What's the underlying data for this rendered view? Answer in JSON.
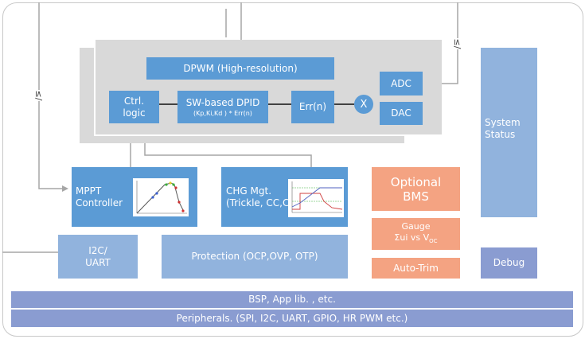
{
  "diagram": {
    "control_core": {
      "dpwm": "DPWM (High-resolution)",
      "ctrl_logic_line1": "Ctrl.",
      "ctrl_logic_line2": "logic",
      "dpid_title": "SW-based DPID",
      "dpid_formula": "(Kp,Ki,Kd ) * Err(n)",
      "err": "Err(n)",
      "multiplier": "X",
      "adc": "ADC",
      "dac": "DAC"
    },
    "system_status": {
      "line1": "System",
      "line2": "Status"
    },
    "debug": "Debug",
    "mppt": {
      "line1": "MPPT",
      "line2": "Controller"
    },
    "chg": {
      "line1": "CHG Mgt.",
      "line2": "(Trickle, CC,C"
    },
    "bms": {
      "optional_line1": "Optional",
      "optional_line2": "BMS",
      "gauge_line1": "Gauge",
      "gauge_line2_prefix": "Σui  vs V",
      "gauge_line2_sub": "OC",
      "auto_trim": "Auto-Trim"
    },
    "i2c_uart": {
      "line1": "I2C/",
      "line2": "UART"
    },
    "protection": "Protection (OCP,OVP, OTP)",
    "bsp": "BSP, App lib. , etc.",
    "peripherals": "Peripherals. (SPI, I2C, UART, GPIO, HR PWM etc.)",
    "isolation_symbol": "≤/",
    "colors": {
      "core_blue": "#5b9bd5",
      "light_blue": "#91b3dd",
      "orange": "#f4a382",
      "purple": "#8a9cd1",
      "panel_gray": "#d9d9d9",
      "connector_gray": "#a6a6a6"
    }
  }
}
